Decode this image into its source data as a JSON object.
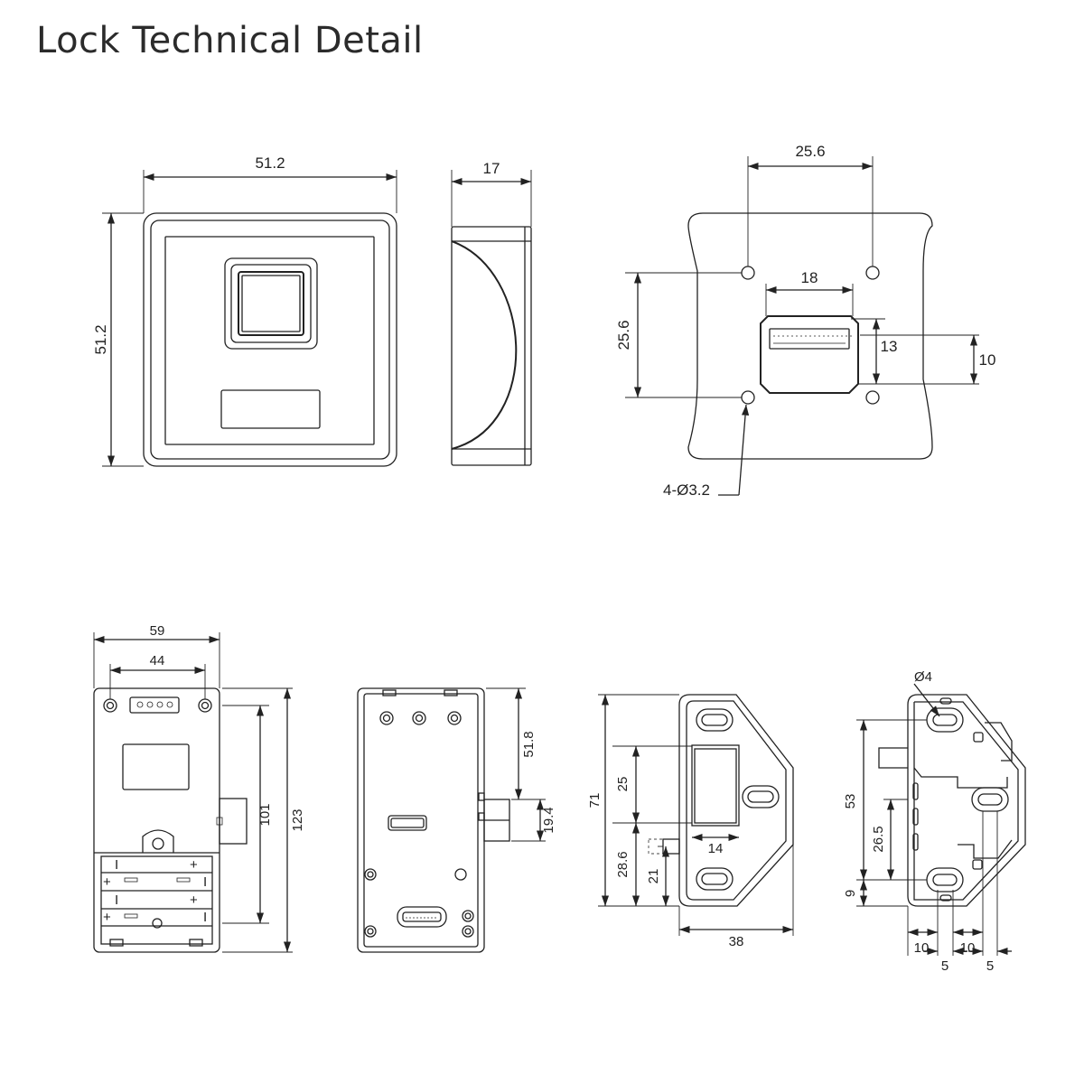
{
  "title": "Lock Technical Detail",
  "dimensions": {
    "front_width": "51.2",
    "front_height": "51.2",
    "side_depth": "17",
    "back_hole_spacing_h": "25.6",
    "back_hole_spacing_v": "25.6",
    "back_connector_width": "18",
    "back_connector_height": "13",
    "back_connector_inner": "10",
    "back_hole_callout": "4-Ø3.2",
    "unit_width": "59",
    "unit_hole_spacing": "44",
    "unit_inner_height": "101",
    "unit_total_height": "123",
    "rear_top_offset": "51.8",
    "rear_bolt_width": "19.4",
    "strike_height": "71",
    "strike_slot_height": "25",
    "strike_lower": "28.6",
    "strike_bolt_offset": "21",
    "strike_slot_width": "14",
    "strike_depth": "38",
    "bracket_hole_dia": "Ø4",
    "bracket_height": "53",
    "bracket_slot": "26.5",
    "bracket_bottom": "9",
    "bracket_w1": "10",
    "bracket_w2": "10",
    "bracket_w3": "5",
    "bracket_w4": "5"
  }
}
